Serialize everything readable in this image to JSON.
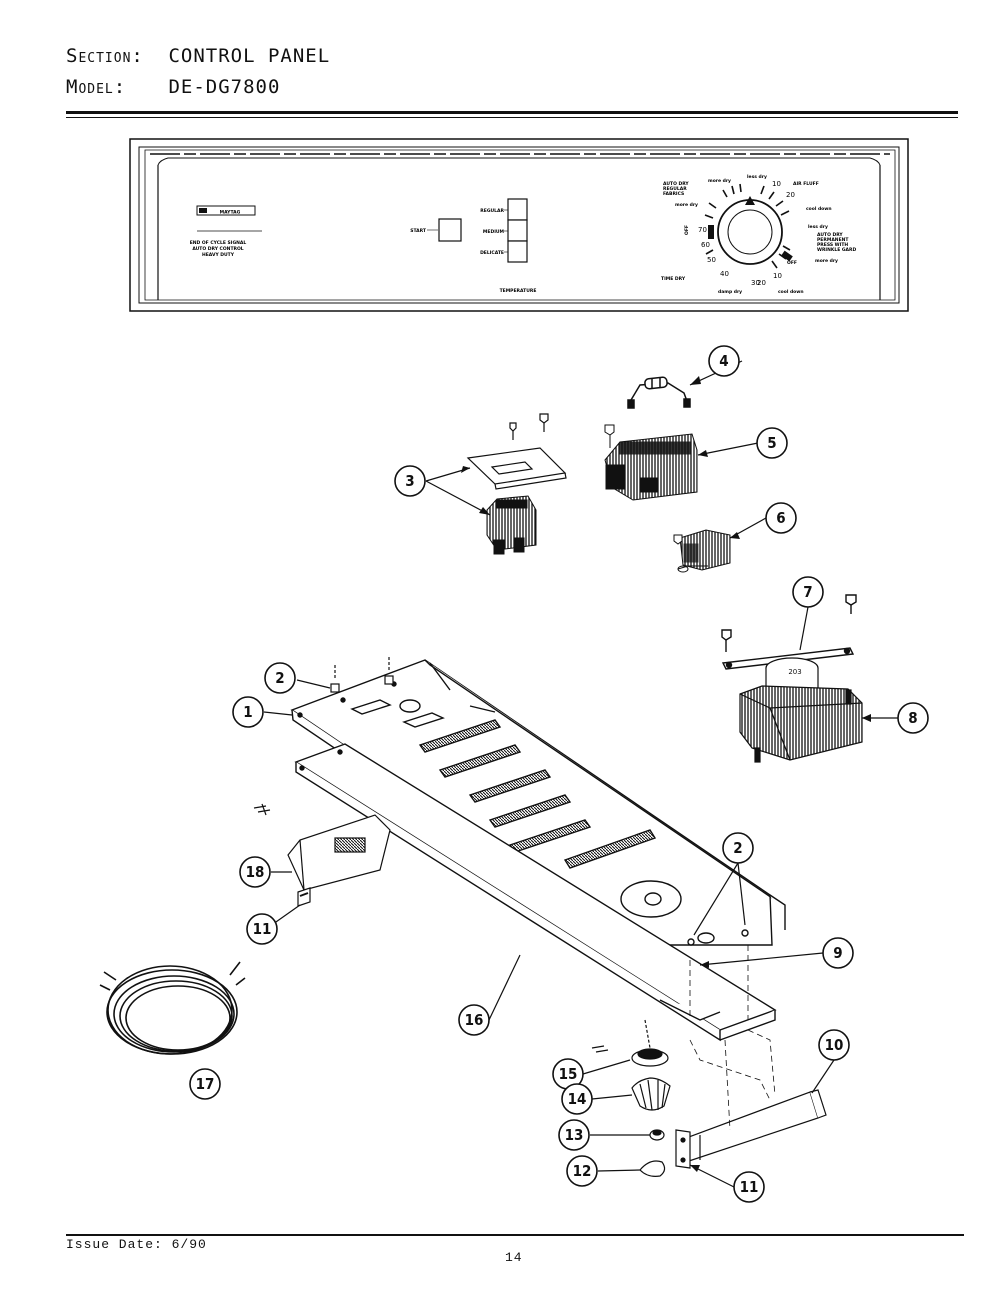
{
  "header": {
    "section_label": "Section:",
    "section_value": "CONTROL PANEL",
    "model_label": "Model:",
    "model_value": "DE-DG7800"
  },
  "panel": {
    "brand": "MAYTAG",
    "end_cycle_text": [
      "END OF CYCLE SIGNAL",
      "AUTO DRY CONTROL",
      "HEAVY DUTY"
    ],
    "start_label": "START",
    "temp_buttons": [
      "REGULAR",
      "MEDIUM",
      "DELICATE"
    ],
    "temperature_label": "TEMPERATURE",
    "dial": {
      "auto_dry_regular": [
        "AUTO DRY",
        "REGULAR",
        "FABRICS"
      ],
      "air_fluff": "AIR FLUFF",
      "more_dry_1": "more dry",
      "less_dry_1": "less dry",
      "cool_down_1": "cool down",
      "less_dry_2": "less dry",
      "auto_dry_permanent": [
        "AUTO DRY",
        "PERMANENT",
        "PRESS WITH",
        "WRINKLE GARD"
      ],
      "more_dry_2": "more dry",
      "time_dry": "TIME DRY",
      "damp_dry": "damp dry",
      "cool_down_2": "cool down",
      "off_left": "OFF",
      "off_right": "OFF",
      "numbers": [
        "10",
        "20",
        "30",
        "40",
        "50",
        "60",
        "70",
        "20",
        "10"
      ]
    }
  },
  "callouts": [
    "1",
    "2",
    "3",
    "4",
    "5",
    "6",
    "7",
    "8",
    "9",
    "10",
    "11",
    "12",
    "13",
    "14",
    "15",
    "16",
    "17",
    "18"
  ],
  "footer": {
    "issue_date": "Issue Date: 6/90",
    "page_number": "14"
  },
  "colors": {
    "ink": "#111111",
    "paper": "#ffffff"
  }
}
